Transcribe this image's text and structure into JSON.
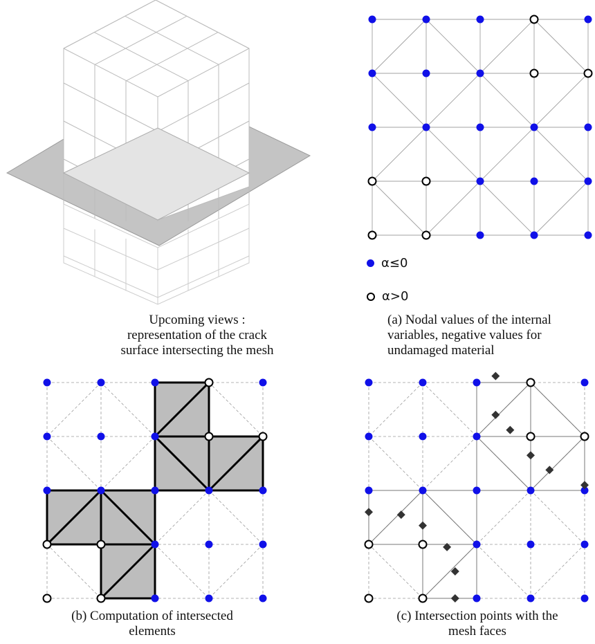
{
  "captions": {
    "view3d": [
      "Upcoming views :",
      "representation of the crack",
      "surface intersecting the mesh"
    ],
    "a": [
      "(a) Nodal values of the internal",
      "variables, negative values for",
      "undamaged material"
    ],
    "b": [
      "(b) Computation of intersected",
      "elements"
    ],
    "c": [
      "(c) Intersection points with the",
      "mesh faces"
    ]
  },
  "legend": {
    "negative": "α≤0",
    "positive": "α>0"
  },
  "colors": {
    "filled_node": "#1010e8",
    "open_node": "#000000",
    "crack_plane": "#c4c4c4",
    "intersected_fill": "#bdbdbd",
    "intersection_marker": "#333333"
  },
  "grid": {
    "rows": 5,
    "cols": 5,
    "node_states": [
      [
        "neg",
        "neg",
        "neg",
        "pos",
        "neg"
      ],
      [
        "neg",
        "neg",
        "neg",
        "pos",
        "pos"
      ],
      [
        "neg",
        "neg",
        "neg",
        "neg",
        "neg"
      ],
      [
        "pos",
        "pos",
        "neg",
        "neg",
        "neg"
      ],
      [
        "pos",
        "pos",
        "neg",
        "neg",
        "neg"
      ]
    ],
    "intersected_cells": [
      [
        0,
        2
      ],
      [
        1,
        2
      ],
      [
        1,
        3
      ],
      [
        2,
        0
      ],
      [
        2,
        1
      ],
      [
        3,
        1
      ]
    ]
  }
}
